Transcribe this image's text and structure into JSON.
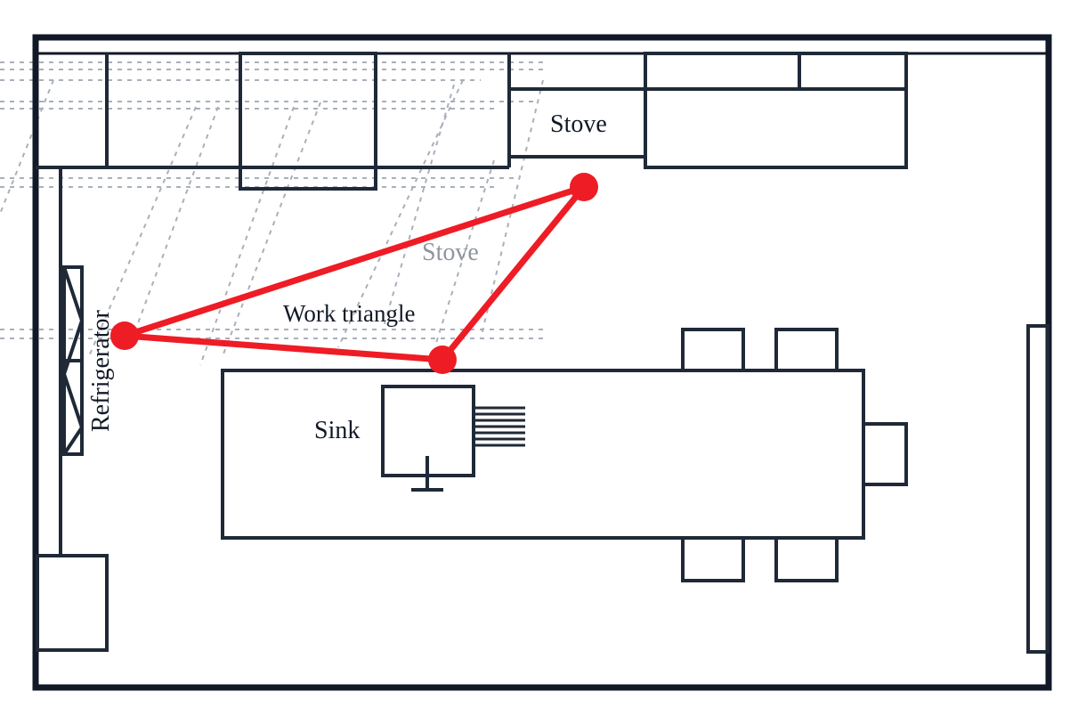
{
  "labels": {
    "stove_top": "Stove",
    "stove_ghost": "Stove",
    "work_triangle": "Work triangle",
    "refrigerator": "Refrigerator",
    "sink": "Sink"
  },
  "colors": {
    "wall": "#111827",
    "outline": "#1f2937",
    "triangle": "#ee1c25",
    "ghost_line": "#9ca3af",
    "ghost_text": "#6b7280",
    "background": "#ffffff"
  }
}
